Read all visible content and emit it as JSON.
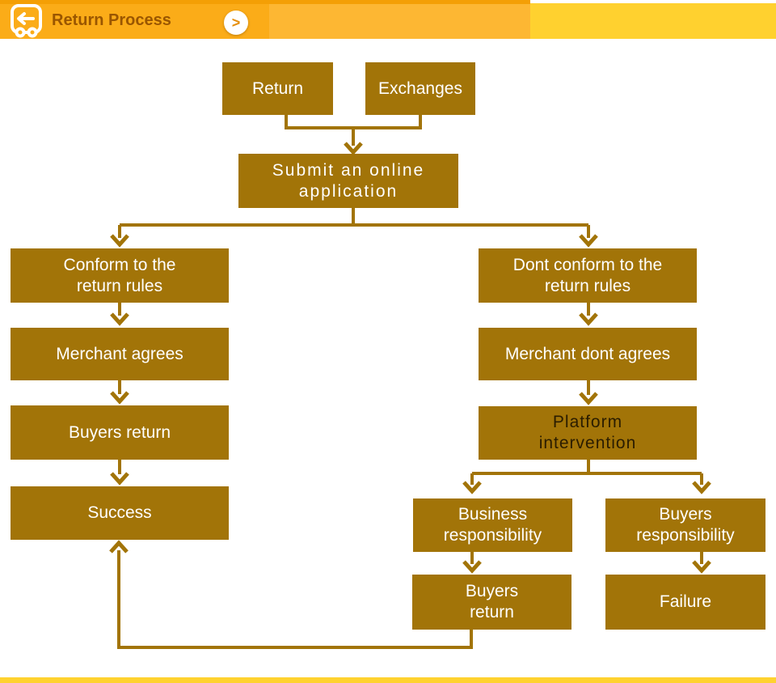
{
  "header": {
    "title": "Return Process",
    "next_button": ">"
  },
  "nodes": {
    "return": {
      "label": "Return"
    },
    "exchanges": {
      "label": "Exchanges"
    },
    "submit": {
      "line1": "Submit an online",
      "line2": "application"
    },
    "conform": {
      "line1": "Conform to the",
      "line2": "return rules"
    },
    "merchant_agrees": {
      "label": "Merchant agrees"
    },
    "buyers_return_left": {
      "label": "Buyers return"
    },
    "success": {
      "label": "Success"
    },
    "dont_conform": {
      "line1": "Dont conform to the",
      "line2": "return rules"
    },
    "merchant_dont_agrees": {
      "label": "Merchant dont agrees"
    },
    "platform": {
      "line1": "Platform",
      "line2": "intervention"
    },
    "business_responsibility": {
      "line1": "Business",
      "line2": "responsibility"
    },
    "buyers_responsibility": {
      "line1": "Buyers",
      "line2": "responsibility"
    },
    "buyers_return_right": {
      "line1": "Buyers",
      "line2": "return"
    },
    "failure": {
      "label": "Failure"
    }
  },
  "colors": {
    "box_fill": "#A27408",
    "connector_line": "#A27408",
    "box_text": "#FFFFFF",
    "platform_text": "#2B1D00",
    "header_left_orange": "#FBAC18",
    "header_mid_orange": "#FDB733",
    "header_right_yellow": "#FFD12F",
    "header_top_strip": "#F49F05",
    "title_text": "#9A5600",
    "footer_bar": "#FFD22F"
  }
}
